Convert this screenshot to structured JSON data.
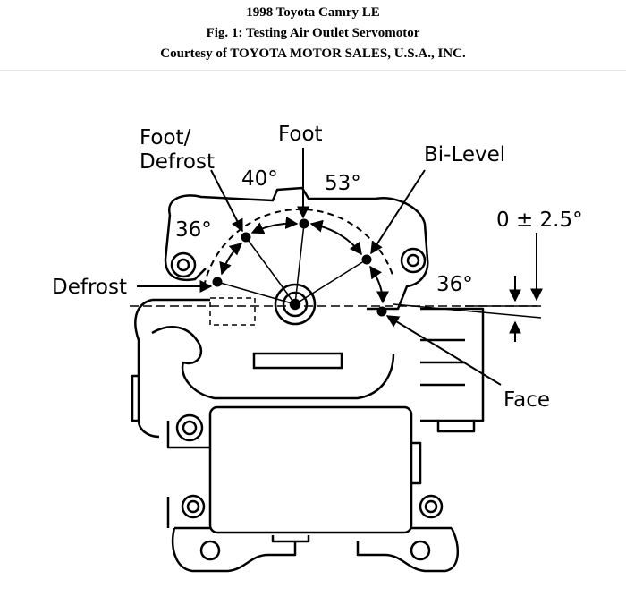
{
  "header": {
    "line1": "1998 Toyota Camry LE",
    "line2": "Fig. 1: Testing Air Outlet Servomotor",
    "line3": "Courtesy of TOYOTA MOTOR SALES, U.S.A., INC."
  },
  "diagram": {
    "labels": {
      "foot_defrost_line1": "Foot/",
      "foot_defrost_line2": "Defrost",
      "foot": "Foot",
      "bi_level": "Bi-Level",
      "defrost": "Defrost",
      "face": "Face",
      "angle_left_36": "36°",
      "angle_40": "40°",
      "angle_53": "53°",
      "angle_right_36": "36°",
      "tolerance": "0 ± 2.5°"
    }
  }
}
